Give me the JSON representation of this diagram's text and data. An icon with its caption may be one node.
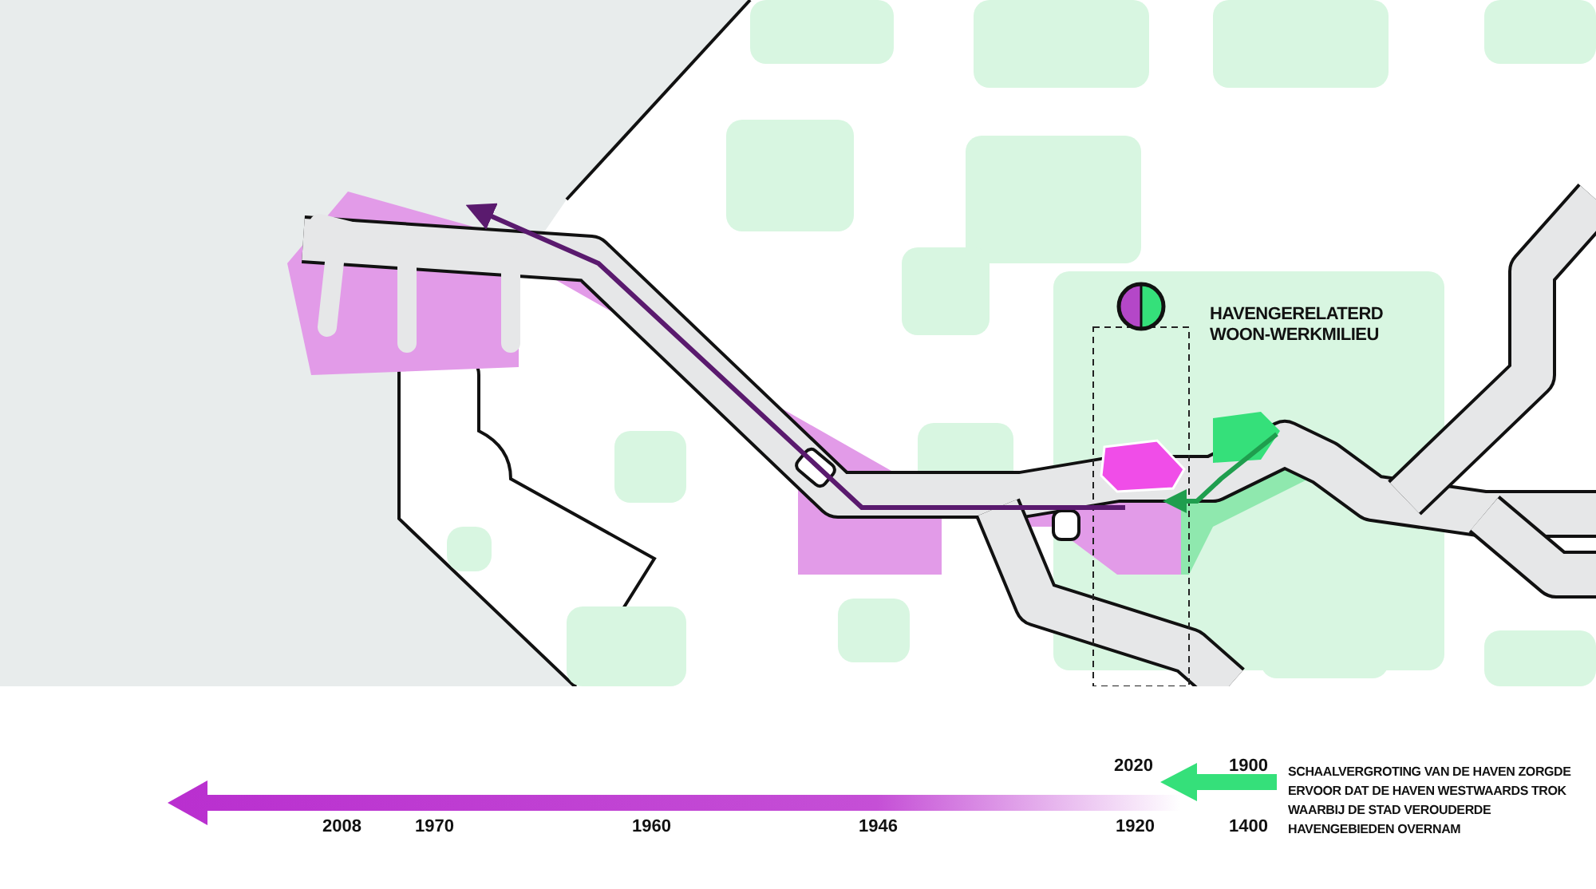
{
  "diagram": {
    "labels": [
      "HAVENGERELATERD WOON-WERKMILIEU",
      "2020",
      "1900",
      "2008",
      "1970",
      "1960",
      "1946",
      "1920",
      "1400",
      "SCHAALVERGROTING VAN DE HAVEN ZORGDE ERVOOR DAT DE HAVEN WESTWAARDS TROK WAARBIJ DE STAD VEROUDERDE HAVENGEBIEDEN OVERNAM"
    ]
  }
}
